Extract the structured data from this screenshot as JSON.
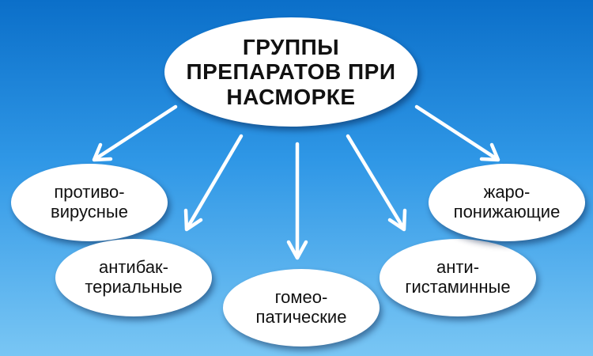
{
  "diagram": {
    "center": {
      "line1": "ГРУППЫ",
      "line2": "ПРЕПАРАТОВ ПРИ",
      "line3": "НАСМОРКЕ"
    },
    "nodes": [
      {
        "line1": "противо-",
        "line2": "вирусные"
      },
      {
        "line1": "антибак-",
        "line2": "териальные"
      },
      {
        "line1": "гомео-",
        "line2": "патические"
      },
      {
        "line1": "анти-",
        "line2": "гистаминные"
      },
      {
        "line1": "жаро-",
        "line2": "понижающие"
      }
    ],
    "colors": {
      "background_top": "#0b6fc9",
      "background_bottom": "#79c6f4",
      "node_fill": "#ffffff",
      "arrow": "#ffffff"
    }
  }
}
